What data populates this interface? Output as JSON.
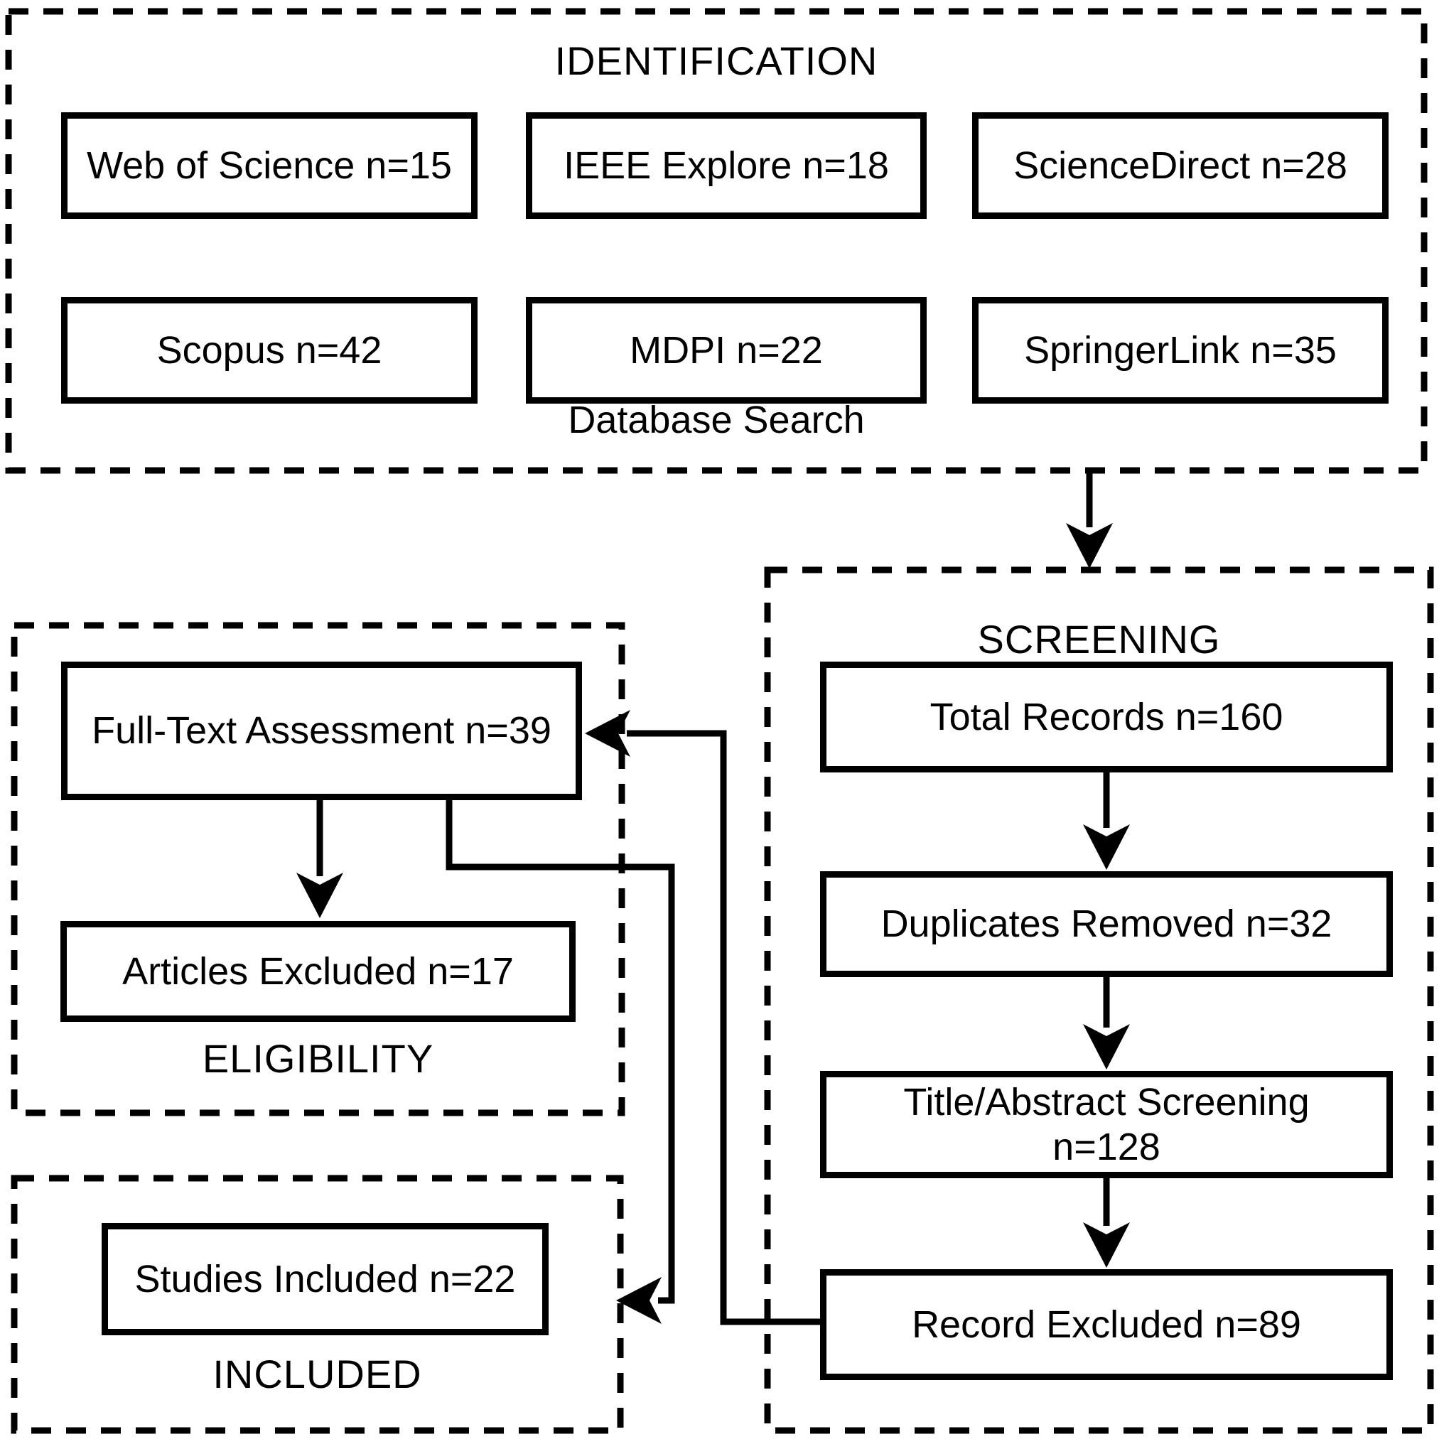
{
  "diagram": {
    "colors": {
      "line": "#000000",
      "background": "#ffffff"
    },
    "identification": {
      "title": "IDENTIFICATION",
      "caption": "Database Search",
      "boxes": [
        {
          "label": "Web of Science n=15"
        },
        {
          "label": "IEEE Explore n=18"
        },
        {
          "label": "ScienceDirect n=28"
        },
        {
          "label": "Scopus n=42"
        },
        {
          "label": "MDPI n=22"
        },
        {
          "label": "SpringerLink n=35"
        }
      ]
    },
    "screening": {
      "title": "SCREENING",
      "boxes": [
        {
          "label": "Total Records n=160"
        },
        {
          "label": "Duplicates Removed n=32"
        },
        {
          "label": "Title/Abstract Screening n=128"
        },
        {
          "label": "Record Excluded n=89"
        }
      ]
    },
    "eligibility": {
      "title": "ELIGIBILITY",
      "boxes": [
        {
          "label": "Full-Text Assessment n=39"
        },
        {
          "label": "Articles Excluded n=17"
        }
      ]
    },
    "included": {
      "title": "INCLUDED",
      "boxes": [
        {
          "label": "Studies Included n=22"
        }
      ]
    }
  }
}
